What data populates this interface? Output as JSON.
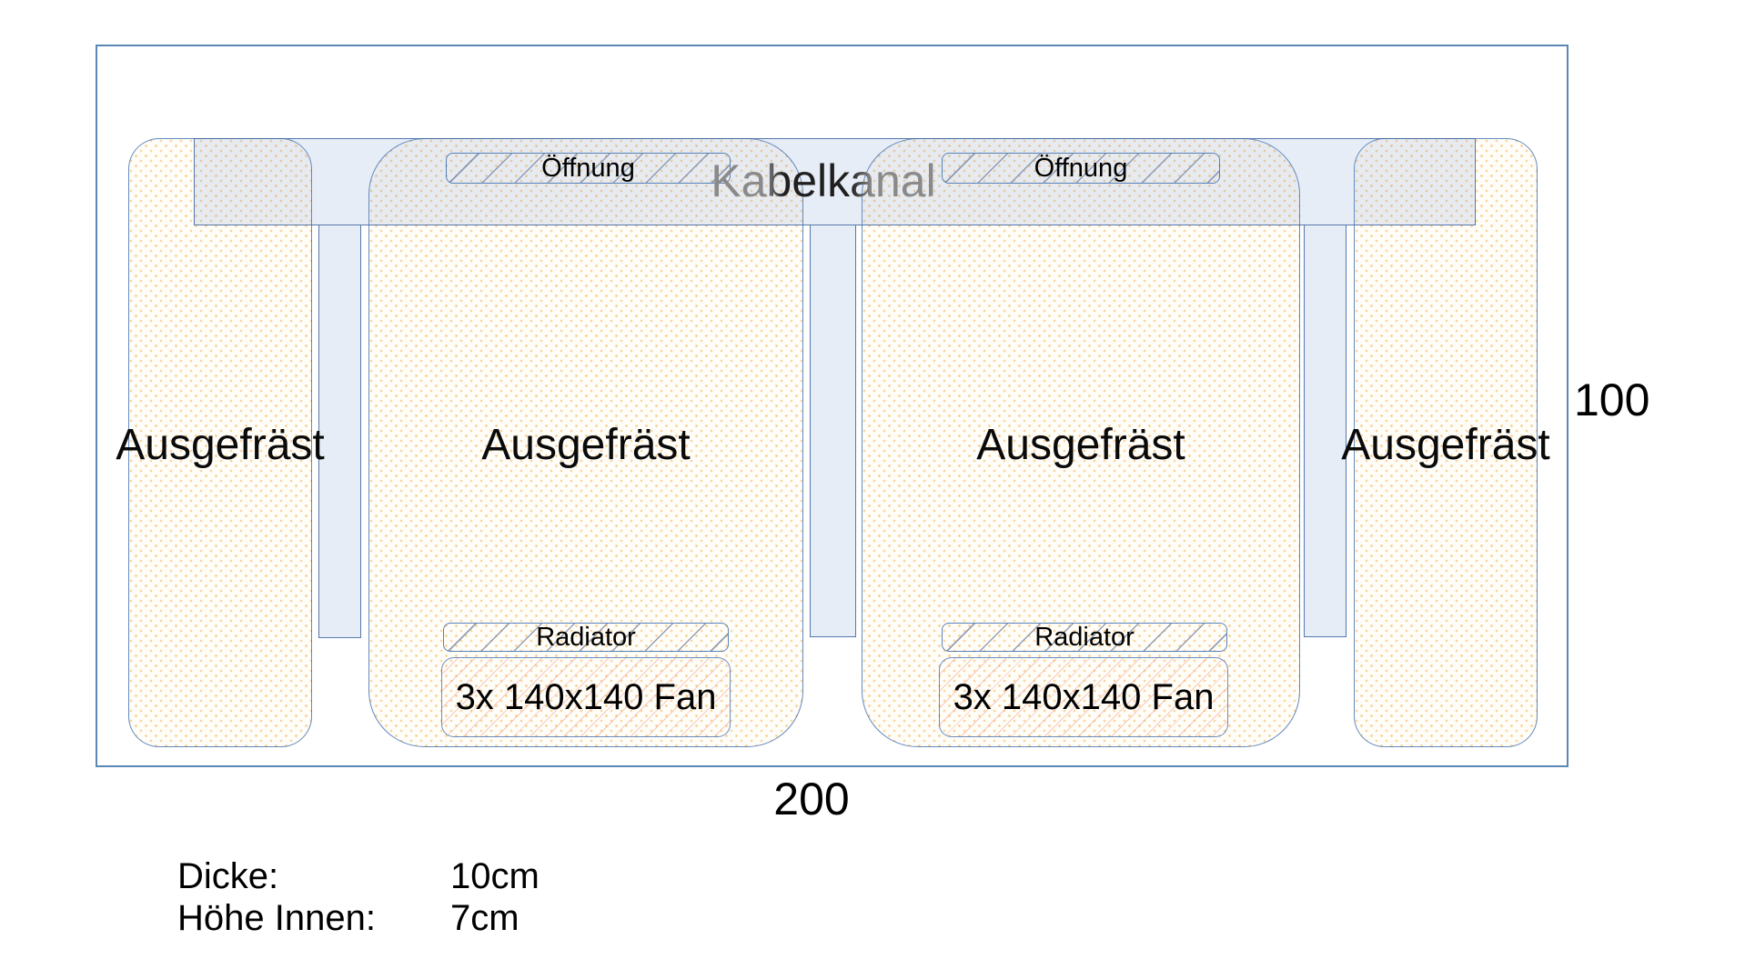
{
  "diagram": {
    "channel": {
      "label": "Kabelkanal"
    },
    "dimensions": {
      "width": "200",
      "height": "100"
    },
    "milled_regions": [
      {
        "label": "Ausgefräst"
      },
      {
        "label": "Ausgefräst"
      },
      {
        "label": "Ausgefräst"
      },
      {
        "label": "Ausgefräst"
      }
    ],
    "openings": [
      {
        "label": "Öffnung"
      },
      {
        "label": "Öffnung"
      }
    ],
    "radiators": [
      {
        "label": "Radiator"
      },
      {
        "label": "Radiator"
      }
    ],
    "fans": [
      {
        "label": "3x 140x140 Fan"
      },
      {
        "label": "3x 140x140 Fan"
      }
    ],
    "specs": [
      {
        "label": "Dicke:",
        "value": "10cm"
      },
      {
        "label": "Höhe Innen:",
        "value": "7cm"
      }
    ]
  },
  "colors": {
    "outline_blue": "#5b87b5",
    "shape_border_blue": "#3c6eaf",
    "channel_fill": "#eaf0f7",
    "hatch_line_gray_blue": "#8b9ab5",
    "fan_hatch_salmon": "#f2a08e",
    "dot_orange": "#f2a63c",
    "text_black": "#000000",
    "channel_text_gray": "#8a8a8a"
  }
}
